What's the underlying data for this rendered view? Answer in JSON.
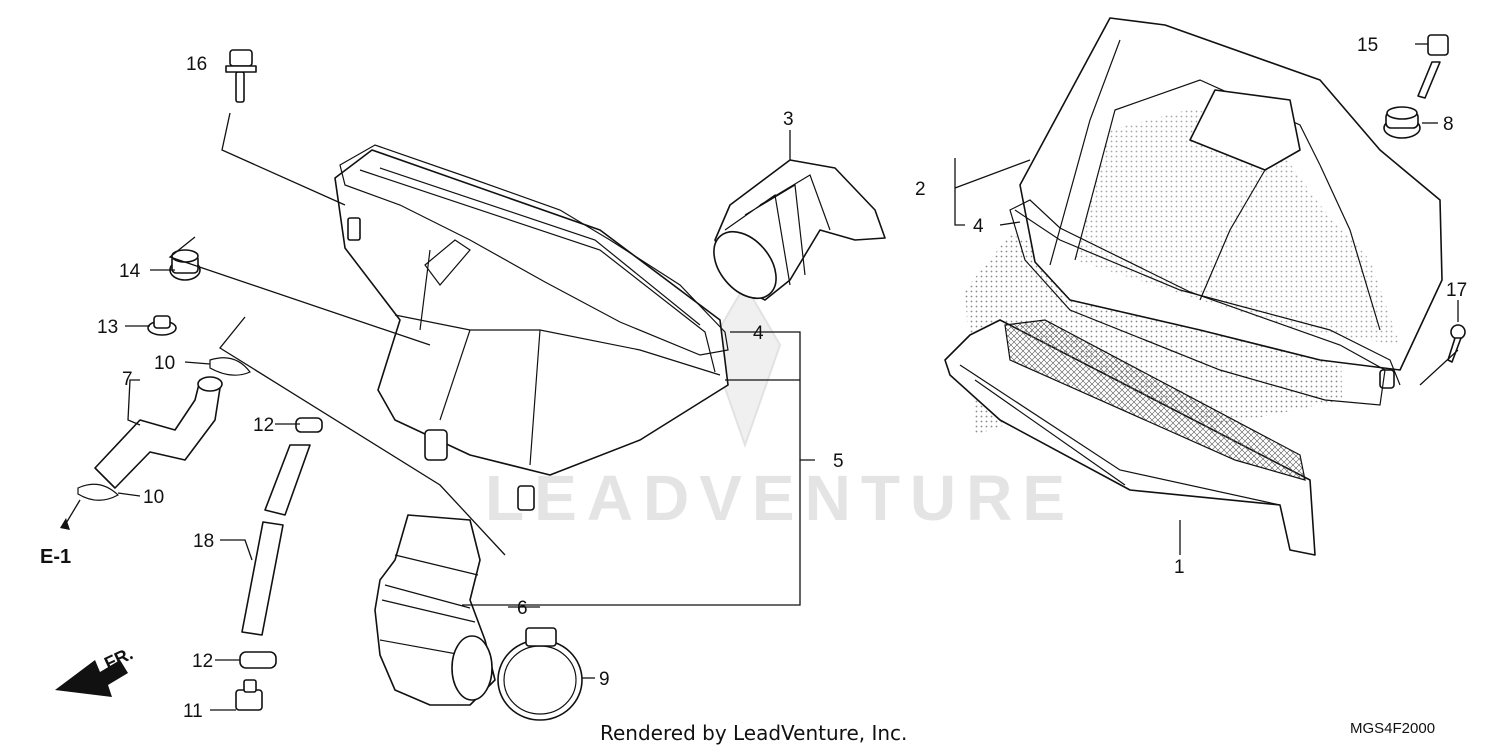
{
  "diagram": {
    "watermark": "LEADVENTURE",
    "footer_text": "Rendered by LeadVenture, Inc.",
    "diagram_code": "MGS4F2000",
    "ref_label": "E-1",
    "front_label": "FR.",
    "callouts": {
      "c1": "1",
      "c2": "2",
      "c3": "3",
      "c4a": "4",
      "c4b": "4",
      "c5": "5",
      "c6": "6",
      "c7": "7",
      "c8": "8",
      "c9": "9",
      "c10a": "10",
      "c10b": "10",
      "c11": "11",
      "c12a": "12",
      "c12b": "12",
      "c13": "13",
      "c14": "14",
      "c15": "15",
      "c16": "16",
      "c17": "17",
      "c18": "18"
    }
  }
}
